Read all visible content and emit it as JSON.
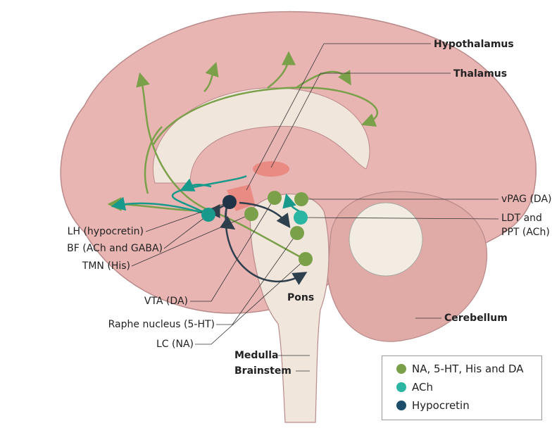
{
  "labels": {
    "hypothalamus": "Hypothalamus",
    "thalamus": "Thalamus",
    "vpag": "vPAG (DA)",
    "ldt_line1": "LDT and",
    "ldt_line2": "PPT (ACh)",
    "lh": "LH (hypocretin)",
    "bf": "BF (ACh and GABA)",
    "tmn": "TMN (His)",
    "vta": "VTA (DA)",
    "raphe": "Raphe nucleus (5-HT)",
    "lc": "LC (NA)",
    "pons": "Pons",
    "cerebellum": "Cerebellum",
    "medulla": "Medulla",
    "brainstem": "Brainstem"
  },
  "legend": [
    {
      "label": "NA, 5-HT, His and DA",
      "color": "#7ba04a"
    },
    {
      "label": "ACh",
      "color": "#2bb5a3"
    },
    {
      "label": "Hypocretin",
      "color": "#1d4e6b"
    }
  ],
  "colors": {
    "brain": "#e8b5b3",
    "inner": "#f1e6dc",
    "green": "#7ba04a",
    "teal": "#17998c",
    "dark": "#2e3f4d",
    "highlight": "#e9827a"
  }
}
